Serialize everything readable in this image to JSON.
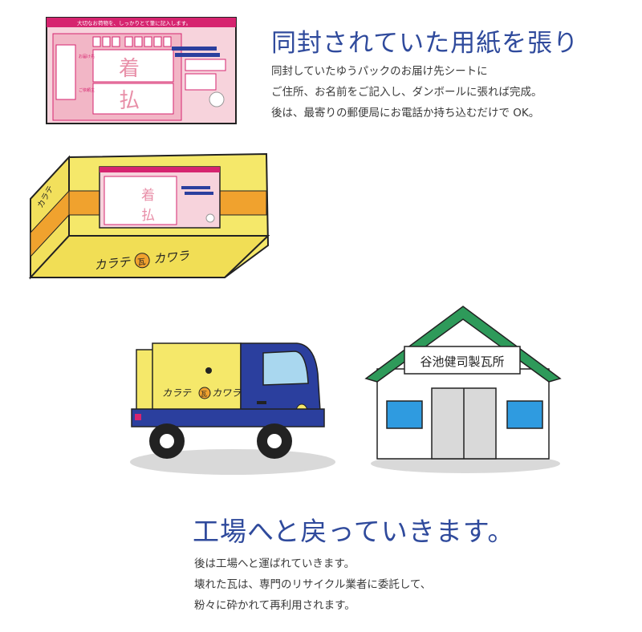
{
  "section1": {
    "heading": "同封されていた用紙を張り",
    "lines": [
      "同封していたゆうパックのお届け先シートに",
      "ご住所、お名前をご記入し、ダンボールに張れば完成。",
      "後は、最寄りの郵便局にお電話か持ち込むだけで OK。"
    ]
  },
  "form": {
    "header_text": "大切なお荷物を、しっかりとて筆に記入します。",
    "kanji_top": "着",
    "kanji_bottom": "払",
    "side_label_1": "お届け先",
    "side_label_2": "ご依頼主"
  },
  "box": {
    "brand": "カラテ",
    "brand_2": "カワラ",
    "seal": "瓦"
  },
  "factory": {
    "sign": "谷池健司製瓦所"
  },
  "section2": {
    "heading": "工場へと戻っていきます。",
    "lines": [
      "後は工場へと運ばれていきます。",
      "壊れた瓦は、専門のリサイクル業者に委託して、",
      "粉々に砕かれて再利用されます。"
    ]
  },
  "colors": {
    "heading": "#2f4a9c",
    "form_pink": "#f6c9d3",
    "form_magenta": "#d6246f",
    "box_yellow": "#f5e86a",
    "tape_orange": "#f0a22e",
    "truck_blue": "#2b3f9e",
    "roof_green": "#2e9a5a",
    "window_blue": "#2f9be0"
  }
}
